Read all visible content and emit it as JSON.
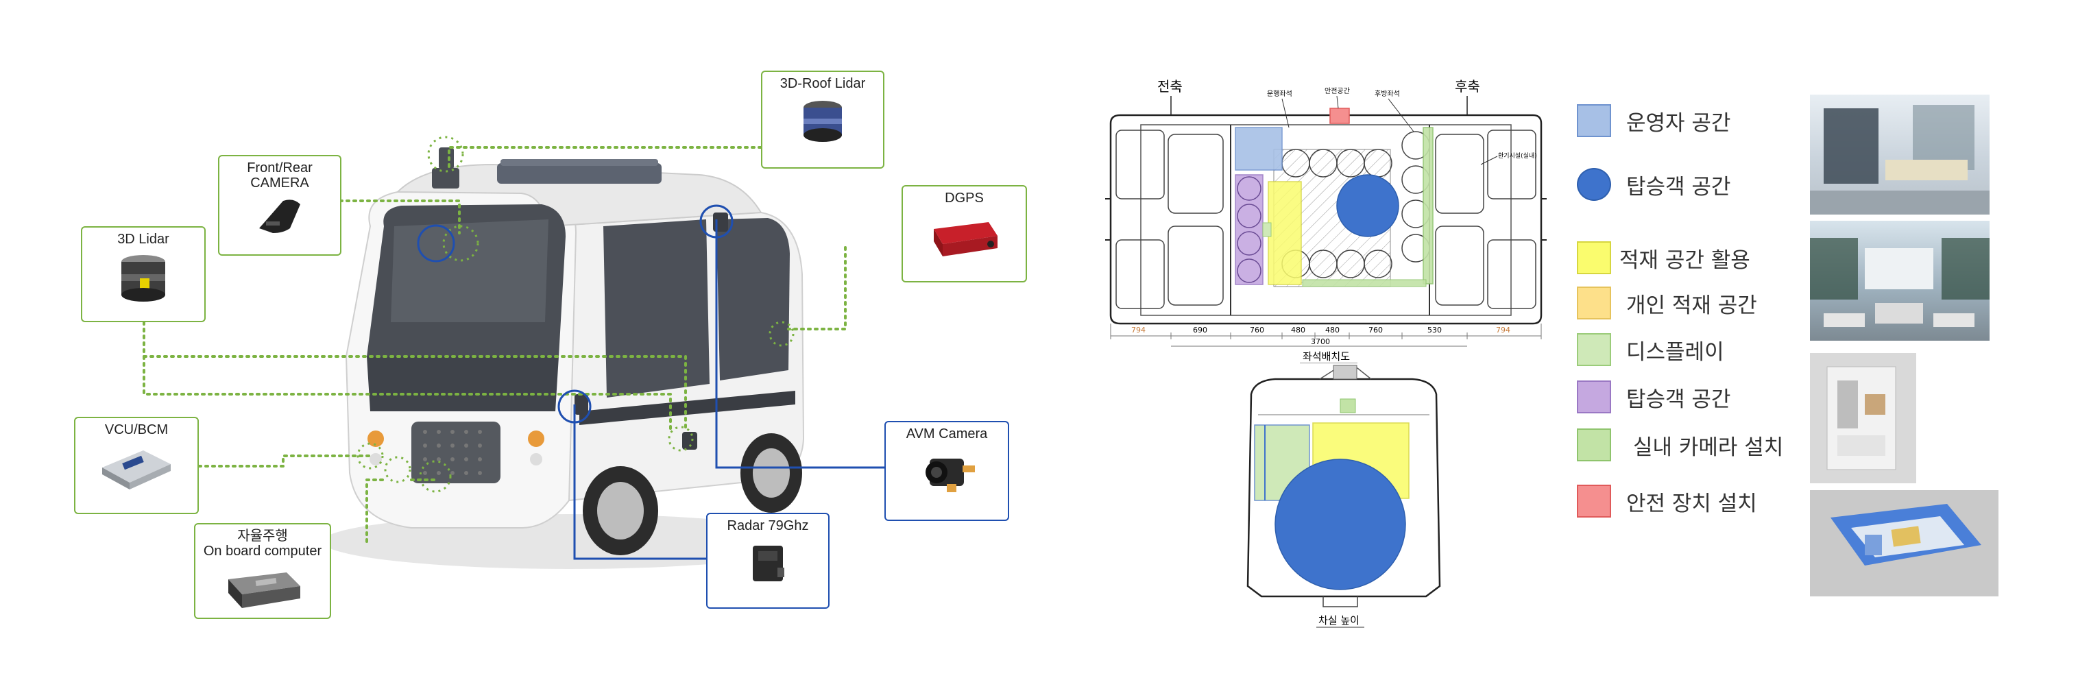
{
  "callouts": {
    "roof_lidar": "3D-Roof Lidar",
    "front_rear_camera": "Front/Rear\nCAMERA",
    "dgps": "DGPS",
    "lidar_3d": "3D Lidar",
    "vcu_bcm": "VCU/BCM",
    "avm_camera": "AVM Camera",
    "radar": "Radar 79Ghz",
    "onboard_computer": "자율주행\nOn board computer"
  },
  "floorplan": {
    "front_axle": "전축",
    "rear_axle": "후축",
    "seat_layout_caption": "좌석배치도",
    "label_driver_seat": "운행좌석",
    "label_safety_space": "안전공간",
    "label_rear_seat": "후방좌석",
    "label_ventilation": "환기시설(실내)",
    "dims": [
      "794",
      "690",
      "760",
      "480",
      "480",
      "760",
      "530",
      "794"
    ],
    "total_length": "3700"
  },
  "section": {
    "caption": "차실 높이"
  },
  "legend": [
    {
      "label": "운영자 공간",
      "color": "#a7c0e6",
      "border": "#6f93cf",
      "shape": "square"
    },
    {
      "label": "탑승객 공간",
      "color": "#3e73cc",
      "border": "#2e5fae",
      "shape": "circle"
    },
    {
      "label": "적재 공간 활용",
      "color": "#fafc6e",
      "border": "#d6d640",
      "shape": "square"
    },
    {
      "label": "개인 적재 공간",
      "color": "#fde08a",
      "border": "#e6c35c",
      "shape": "square"
    },
    {
      "label": "디스플레이",
      "color": "#cfe9b8",
      "border": "#9bcc7a",
      "shape": "square"
    },
    {
      "label": "탑승객 공간",
      "color": "#c5a8e0",
      "border": "#9a78c4",
      "shape": "square"
    },
    {
      "label": "실내 카메라 설치",
      "color": "#c2e3a6",
      "border": "#8fc46d",
      "shape": "square"
    },
    {
      "label": "안전 장치 설치",
      "color": "#f58f8f",
      "border": "#e05a5a",
      "shape": "square"
    }
  ],
  "colors": {
    "green_line": "#7cb342",
    "blue_line": "#1f4fb0"
  }
}
